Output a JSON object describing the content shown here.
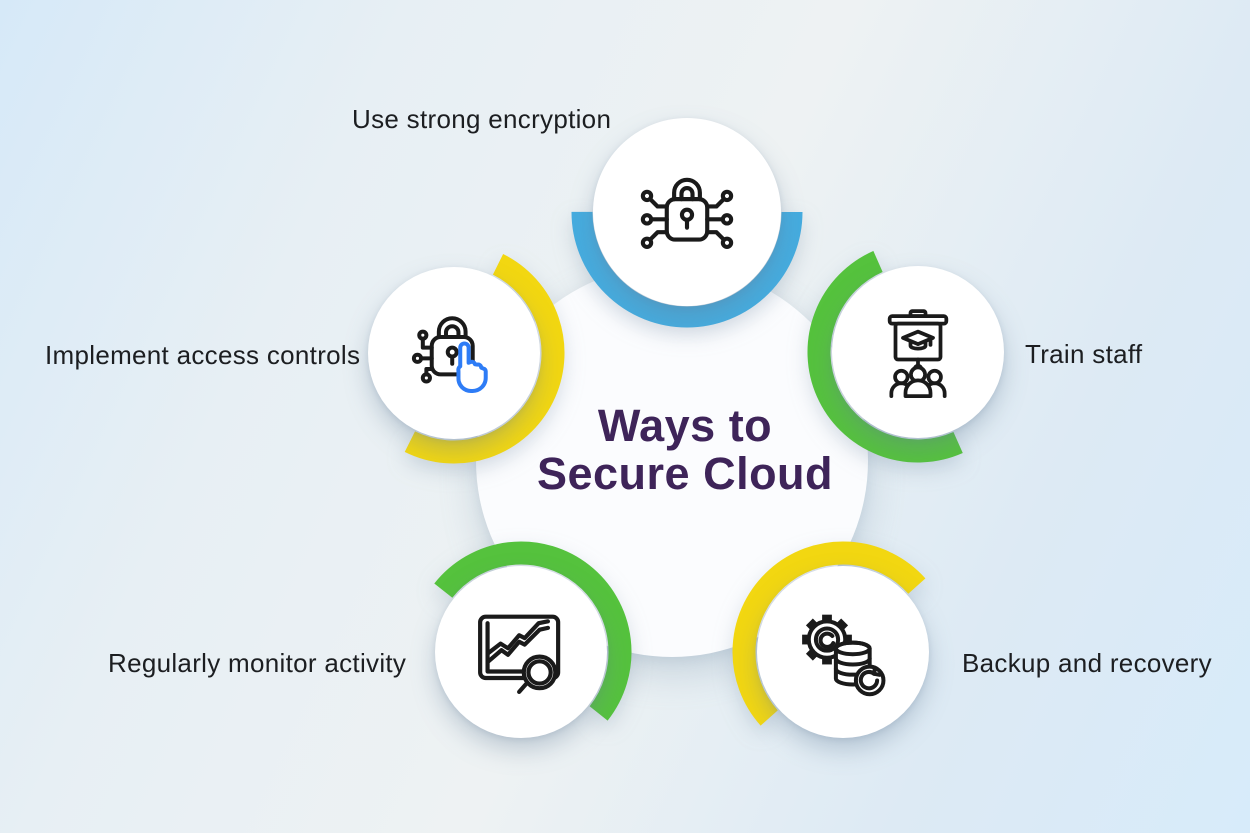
{
  "title": {
    "line1": "Ways to",
    "line2": "Secure Cloud",
    "color": "#3E2459"
  },
  "nodes": [
    {
      "id": "use-strong-encryption",
      "label": "Use strong encryption",
      "icon": "encrypted-lock-icon",
      "arc_color": "#45ACDF"
    },
    {
      "id": "implement-access-controls",
      "label": "Implement access controls",
      "icon": "access-control-lock-icon",
      "arc_color": "#F2D711",
      "hand_color": "#2E7CF6"
    },
    {
      "id": "train-staff",
      "label": "Train staff",
      "icon": "staff-training-icon",
      "arc_color": "#55C23D"
    },
    {
      "id": "regularly-monitor-activity",
      "label": "Regularly monitor activity",
      "icon": "monitor-activity-chart-icon",
      "arc_color": "#55C23D"
    },
    {
      "id": "backup-and-recovery",
      "label": "Backup and recovery",
      "icon": "backup-recovery-icon",
      "arc_color": "#F2D711"
    }
  ],
  "colors": {
    "background_top_left": "#D6E9F8",
    "background_middle": "#EEF2F3",
    "background_bottom_right": "#D7EBFA",
    "big_circle": "#FBFCFE",
    "node_circle": "#FFFFFF",
    "icon_stroke": "#1A1A1A",
    "label_text": "#1C1E21"
  }
}
